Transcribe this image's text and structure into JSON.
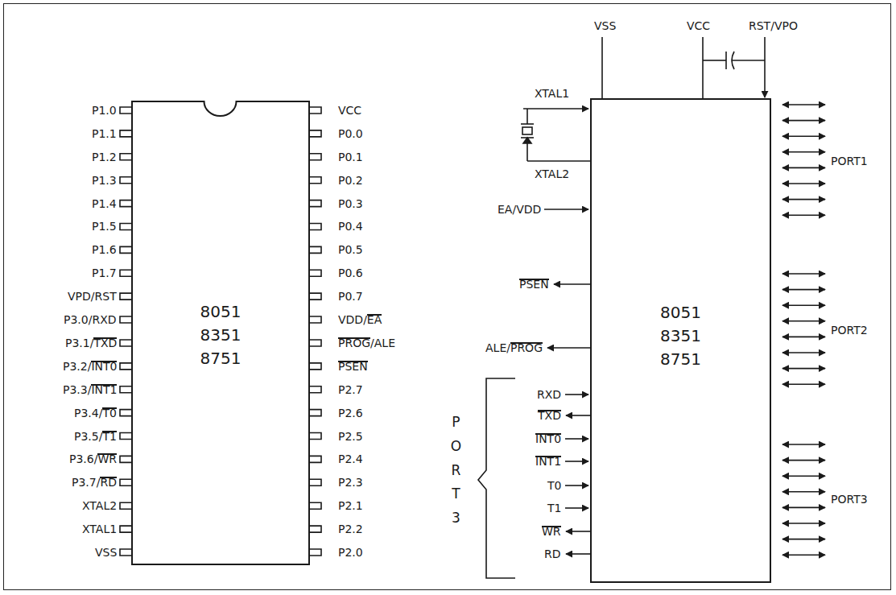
{
  "diagram": {
    "nodes": [
      {
        "text": [
          "8051 8351 8751"
        ]
      },
      {
        "text": [
          "8051 8351 8751"
        ]
      }
    ],
    "labels": [
      "P1.0",
      "P1.1",
      "P1.2",
      "P1.3",
      "P1.4",
      "P1.5",
      "P1.6",
      "P1.7",
      "VPD/RST",
      "P3.0/RXD",
      "P3.1/TXD",
      "P3.2/INT0",
      "P3.3/INT1",
      "P3.4/T0",
      "P3.5/T1",
      "P3.6/WR",
      "P3.7/RD",
      "XTAL2",
      "XTAL1",
      "VSS",
      "VCC",
      "P0.0",
      "P0.1",
      "P0.2",
      "P0.3",
      "P0.4",
      "P0.5",
      "P0.6",
      "P0.7",
      "VDD/EA",
      "PROG/ALE",
      "PSEN",
      "P2.7",
      "P2.6",
      "P2.5",
      "P2.4",
      "P2.3",
      "P2.1",
      "P2.2",
      "P2.0",
      "VSS",
      "VCC",
      "RST/VPO",
      "XTAL1",
      "XTAL2",
      "EA/VDD",
      "PSEN",
      "ALE/PROG",
      "RXD",
      "TXD",
      "INT0",
      "INT1",
      "T0",
      "T1",
      "WR",
      "RD",
      "PORT3",
      "PORT1",
      "PORT2",
      "PORT3"
    ]
  }
}
